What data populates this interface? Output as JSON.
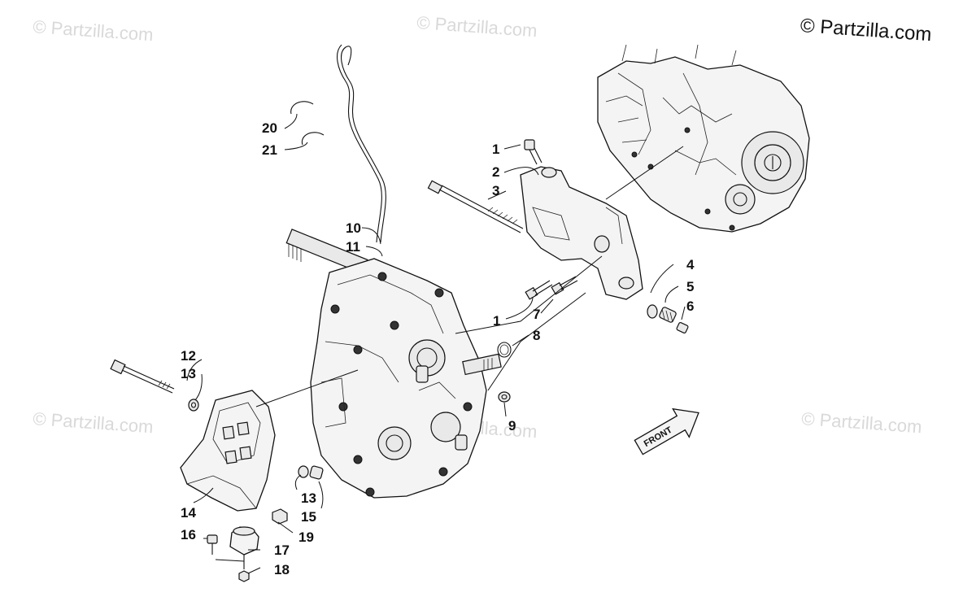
{
  "copyright": "© Partzilla.com",
  "watermark": "© Partzilla.com",
  "front_arrow_label": "FRONT",
  "callouts": [
    {
      "id": "c1a",
      "label": "1"
    },
    {
      "id": "c2",
      "label": "2"
    },
    {
      "id": "c3",
      "label": "3"
    },
    {
      "id": "c4",
      "label": "4"
    },
    {
      "id": "c5",
      "label": "5"
    },
    {
      "id": "c6",
      "label": "6"
    },
    {
      "id": "c1b",
      "label": "1"
    },
    {
      "id": "c7",
      "label": "7"
    },
    {
      "id": "c8",
      "label": "8"
    },
    {
      "id": "c9",
      "label": "9"
    },
    {
      "id": "c10",
      "label": "10"
    },
    {
      "id": "c11",
      "label": "11"
    },
    {
      "id": "c12",
      "label": "12"
    },
    {
      "id": "c13a",
      "label": "13"
    },
    {
      "id": "c14",
      "label": "14"
    },
    {
      "id": "c13b",
      "label": "13"
    },
    {
      "id": "c15",
      "label": "15"
    },
    {
      "id": "c16",
      "label": "16"
    },
    {
      "id": "c17",
      "label": "17"
    },
    {
      "id": "c18",
      "label": "18"
    },
    {
      "id": "c19",
      "label": "19"
    },
    {
      "id": "c20",
      "label": "20"
    },
    {
      "id": "c21",
      "label": "21"
    }
  ]
}
